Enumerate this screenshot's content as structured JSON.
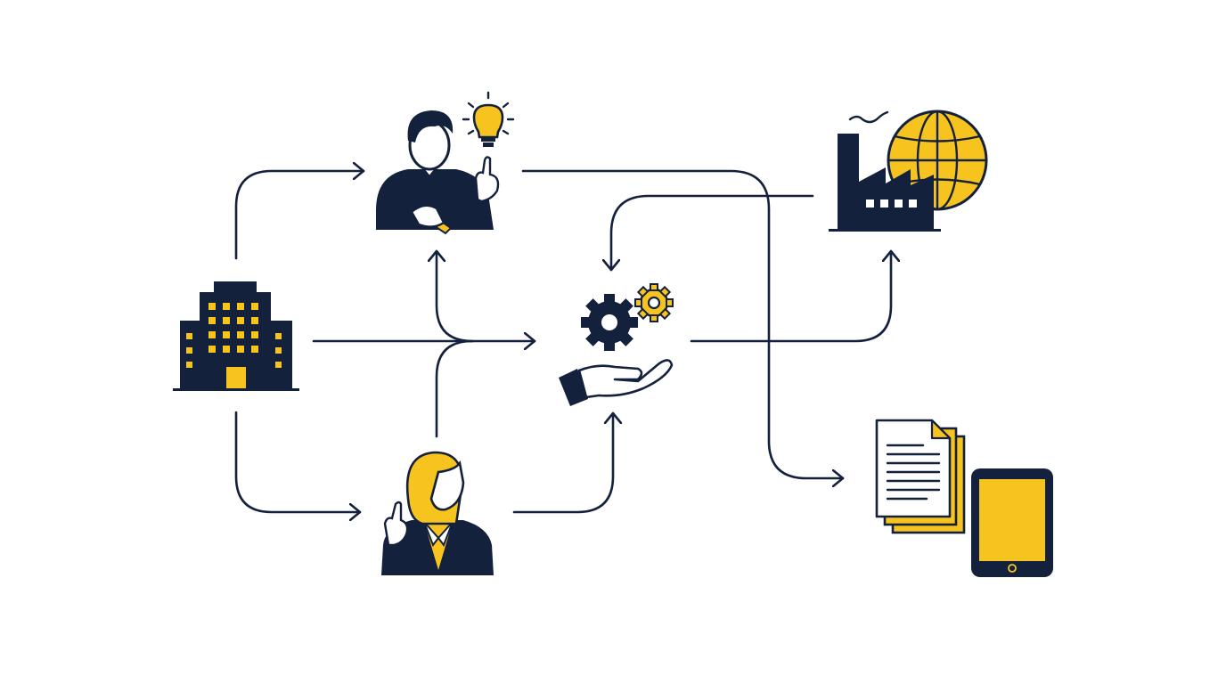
{
  "colors": {
    "navy": "#14213d",
    "gold": "#f7c31f",
    "background": "#ffffff"
  },
  "nodes": [
    {
      "id": "company",
      "icon": "office-building-icon"
    },
    {
      "id": "innovator",
      "icon": "man-with-idea-icon"
    },
    {
      "id": "advisor",
      "icon": "woman-advisor-icon"
    },
    {
      "id": "service",
      "icon": "gears-in-hand-icon"
    },
    {
      "id": "global-industry",
      "icon": "factory-globe-icon"
    },
    {
      "id": "deliverables",
      "icon": "documents-tablet-icon"
    }
  ],
  "connections": [
    {
      "from": "company",
      "to": "innovator"
    },
    {
      "from": "company",
      "to": "advisor"
    },
    {
      "from": "company",
      "to": "service"
    },
    {
      "from": "advisor",
      "to": "service"
    },
    {
      "from": "advisor",
      "to": "innovator"
    },
    {
      "from": "innovator",
      "to": "deliverables"
    },
    {
      "from": "global-industry",
      "to": "service"
    },
    {
      "from": "service",
      "to": "global-industry"
    }
  ]
}
